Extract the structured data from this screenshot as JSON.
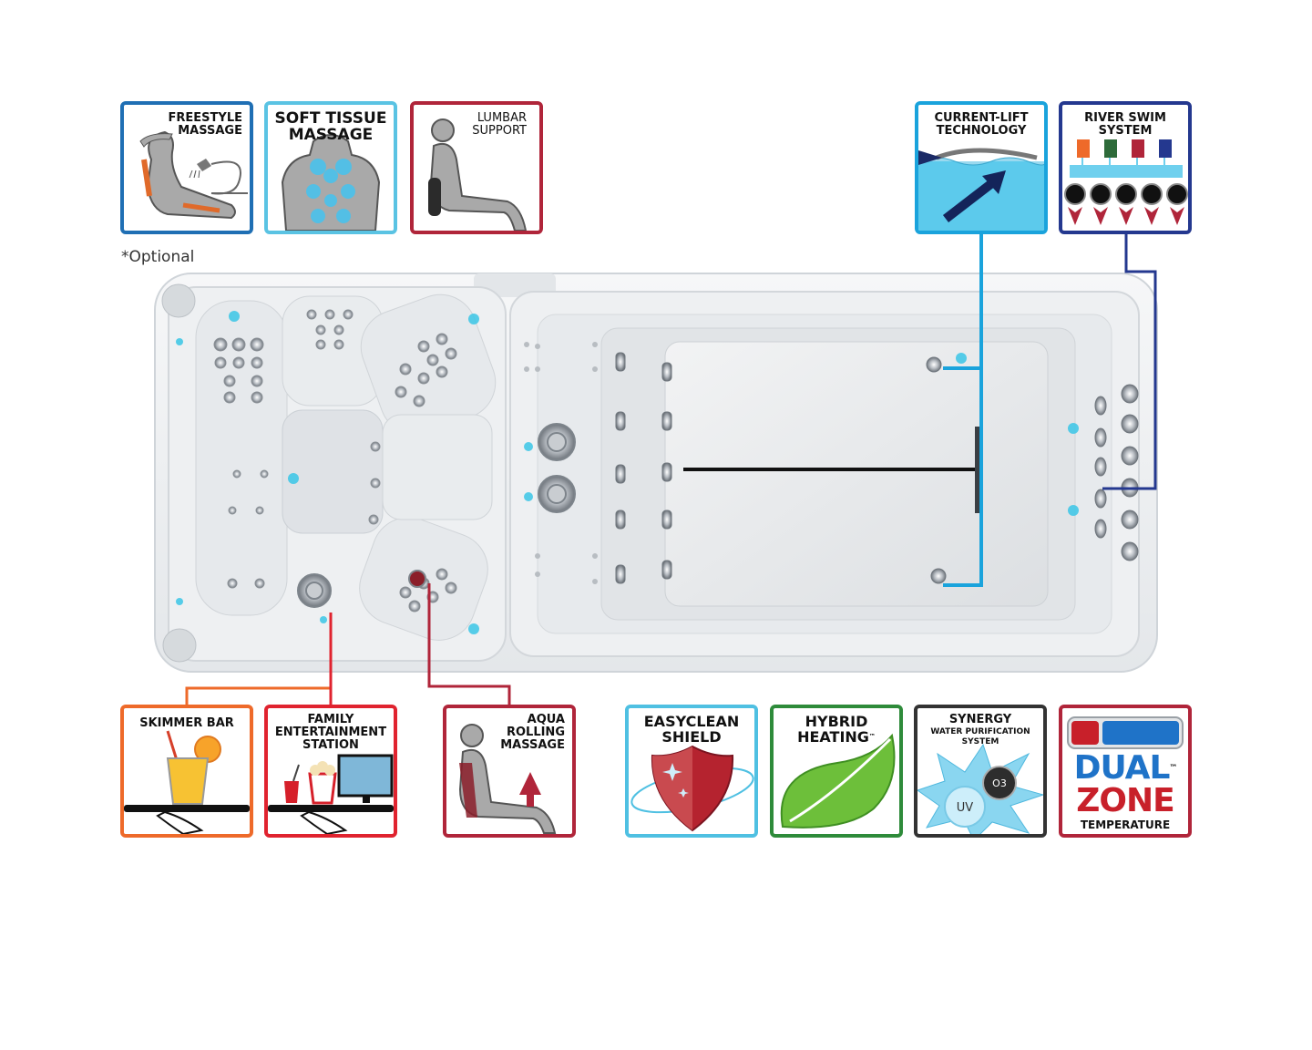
{
  "optional_note": "*Optional",
  "badges_top": {
    "freestyle": {
      "label": "FREESTYLE\nMASSAGE",
      "color": "#1f6fb4"
    },
    "soft_tissue": {
      "label": "SOFT TISSUE\nMASSAGE",
      "color": "#5ac3e3"
    },
    "lumbar": {
      "label": "LUMBAR\nSUPPORT",
      "color": "#b0253a"
    },
    "current_lift": {
      "label": "CURRENT-LIFT\nTECHNOLOGY",
      "color": "#1aa3dc"
    },
    "river_swim": {
      "label": "RIVER SWIM\nSYSTEM",
      "color": "#24388f"
    }
  },
  "badges_bottom": {
    "skimmer": {
      "label": "SKIMMER BAR",
      "color": "#ee6a2a"
    },
    "family": {
      "label": "FAMILY\nENTERTAINMENT\nSTATION",
      "color": "#e0232f"
    },
    "aqua": {
      "label": "AQUA\nROLLING\nMASSAGE",
      "color": "#b0253a"
    },
    "easyclean": {
      "label": "EASYCLEAN\nSHIELD",
      "color": "#4fc0e2"
    },
    "hybrid": {
      "label": "HYBRID\nHEATING",
      "tm": "™",
      "color": "#2e8b3a"
    },
    "synergy": {
      "label": "SYNERGY",
      "sub": "WATER PURIFICATION\nSYSTEM",
      "o3": "O3",
      "uv": "UV",
      "color": "#333333"
    },
    "dualzone": {
      "dual": "DUAL",
      "zone": "ZONE",
      "tm": "™",
      "temp": "TEMPERATURE",
      "color": "#b0253a"
    }
  }
}
